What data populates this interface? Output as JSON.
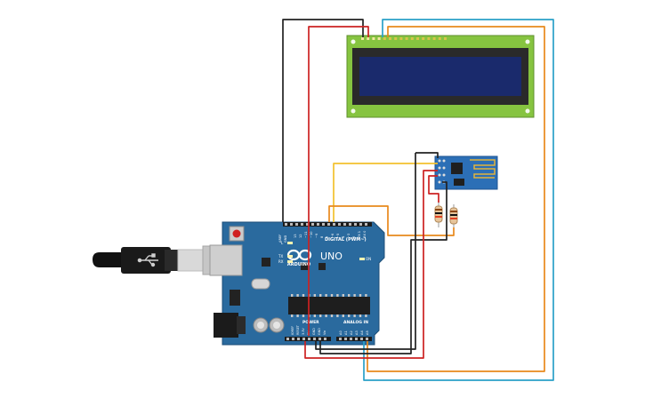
{
  "arduino": {
    "brand": "ARDUINO",
    "model": "UNO",
    "digital_label": "DIGITAL (PWM~)",
    "power_label": "POWER",
    "analog_label": "ANALOG IN",
    "on_label": "ON",
    "tx_label": "TX",
    "rx_label": "RX",
    "l_label": "L",
    "aref_label": "AREF",
    "gnd_label": "GND",
    "power_pins": [
      "IOREF",
      "RESET",
      "3.3V",
      "5V",
      "GND",
      "GND",
      "Vin"
    ],
    "analog_pins": [
      "A0",
      "A1",
      "A2",
      "A3",
      "A4",
      "A5"
    ],
    "digital_pins": [
      "13",
      "12",
      "~11",
      "~10",
      "~9",
      "8",
      "7",
      "~6",
      "~5",
      "4",
      "~3",
      "2",
      "TX 1",
      "RX 0"
    ]
  },
  "colors": {
    "board": "#2a6a9e",
    "board_edge": "#1d4f78",
    "lcd_pcb": "#86c440",
    "lcd_screen": "#1a2a6c",
    "wire_red": "#cc2222",
    "wire_black": "#222222",
    "wire_orange": "#e8891c",
    "wire_blue": "#2aa0c8",
    "wire_yellow": "#f2c12e",
    "esp_board": "#2c6fb6"
  },
  "icons": {
    "usb": "usb-plug-icon",
    "logo": "arduino-infinity-logo-icon"
  }
}
